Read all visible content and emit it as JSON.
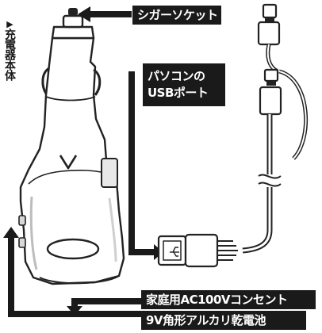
{
  "labels": {
    "main_body": "充電器本体",
    "cigar_socket": "シガーソケット",
    "pc_usb_line1": "パソコンの",
    "pc_usb_line2": "USBポート",
    "home_ac": "家庭用AC100Vコンセント",
    "battery_9v": "9V角形アルカリ乾電池"
  },
  "colors": {
    "ink": "#1a1a1a",
    "line": "#222222",
    "label_bg": "#1a1a1a",
    "label_text": "#ffffff"
  },
  "icons": [
    "usb-trident-icon",
    "wire-break-icon"
  ]
}
